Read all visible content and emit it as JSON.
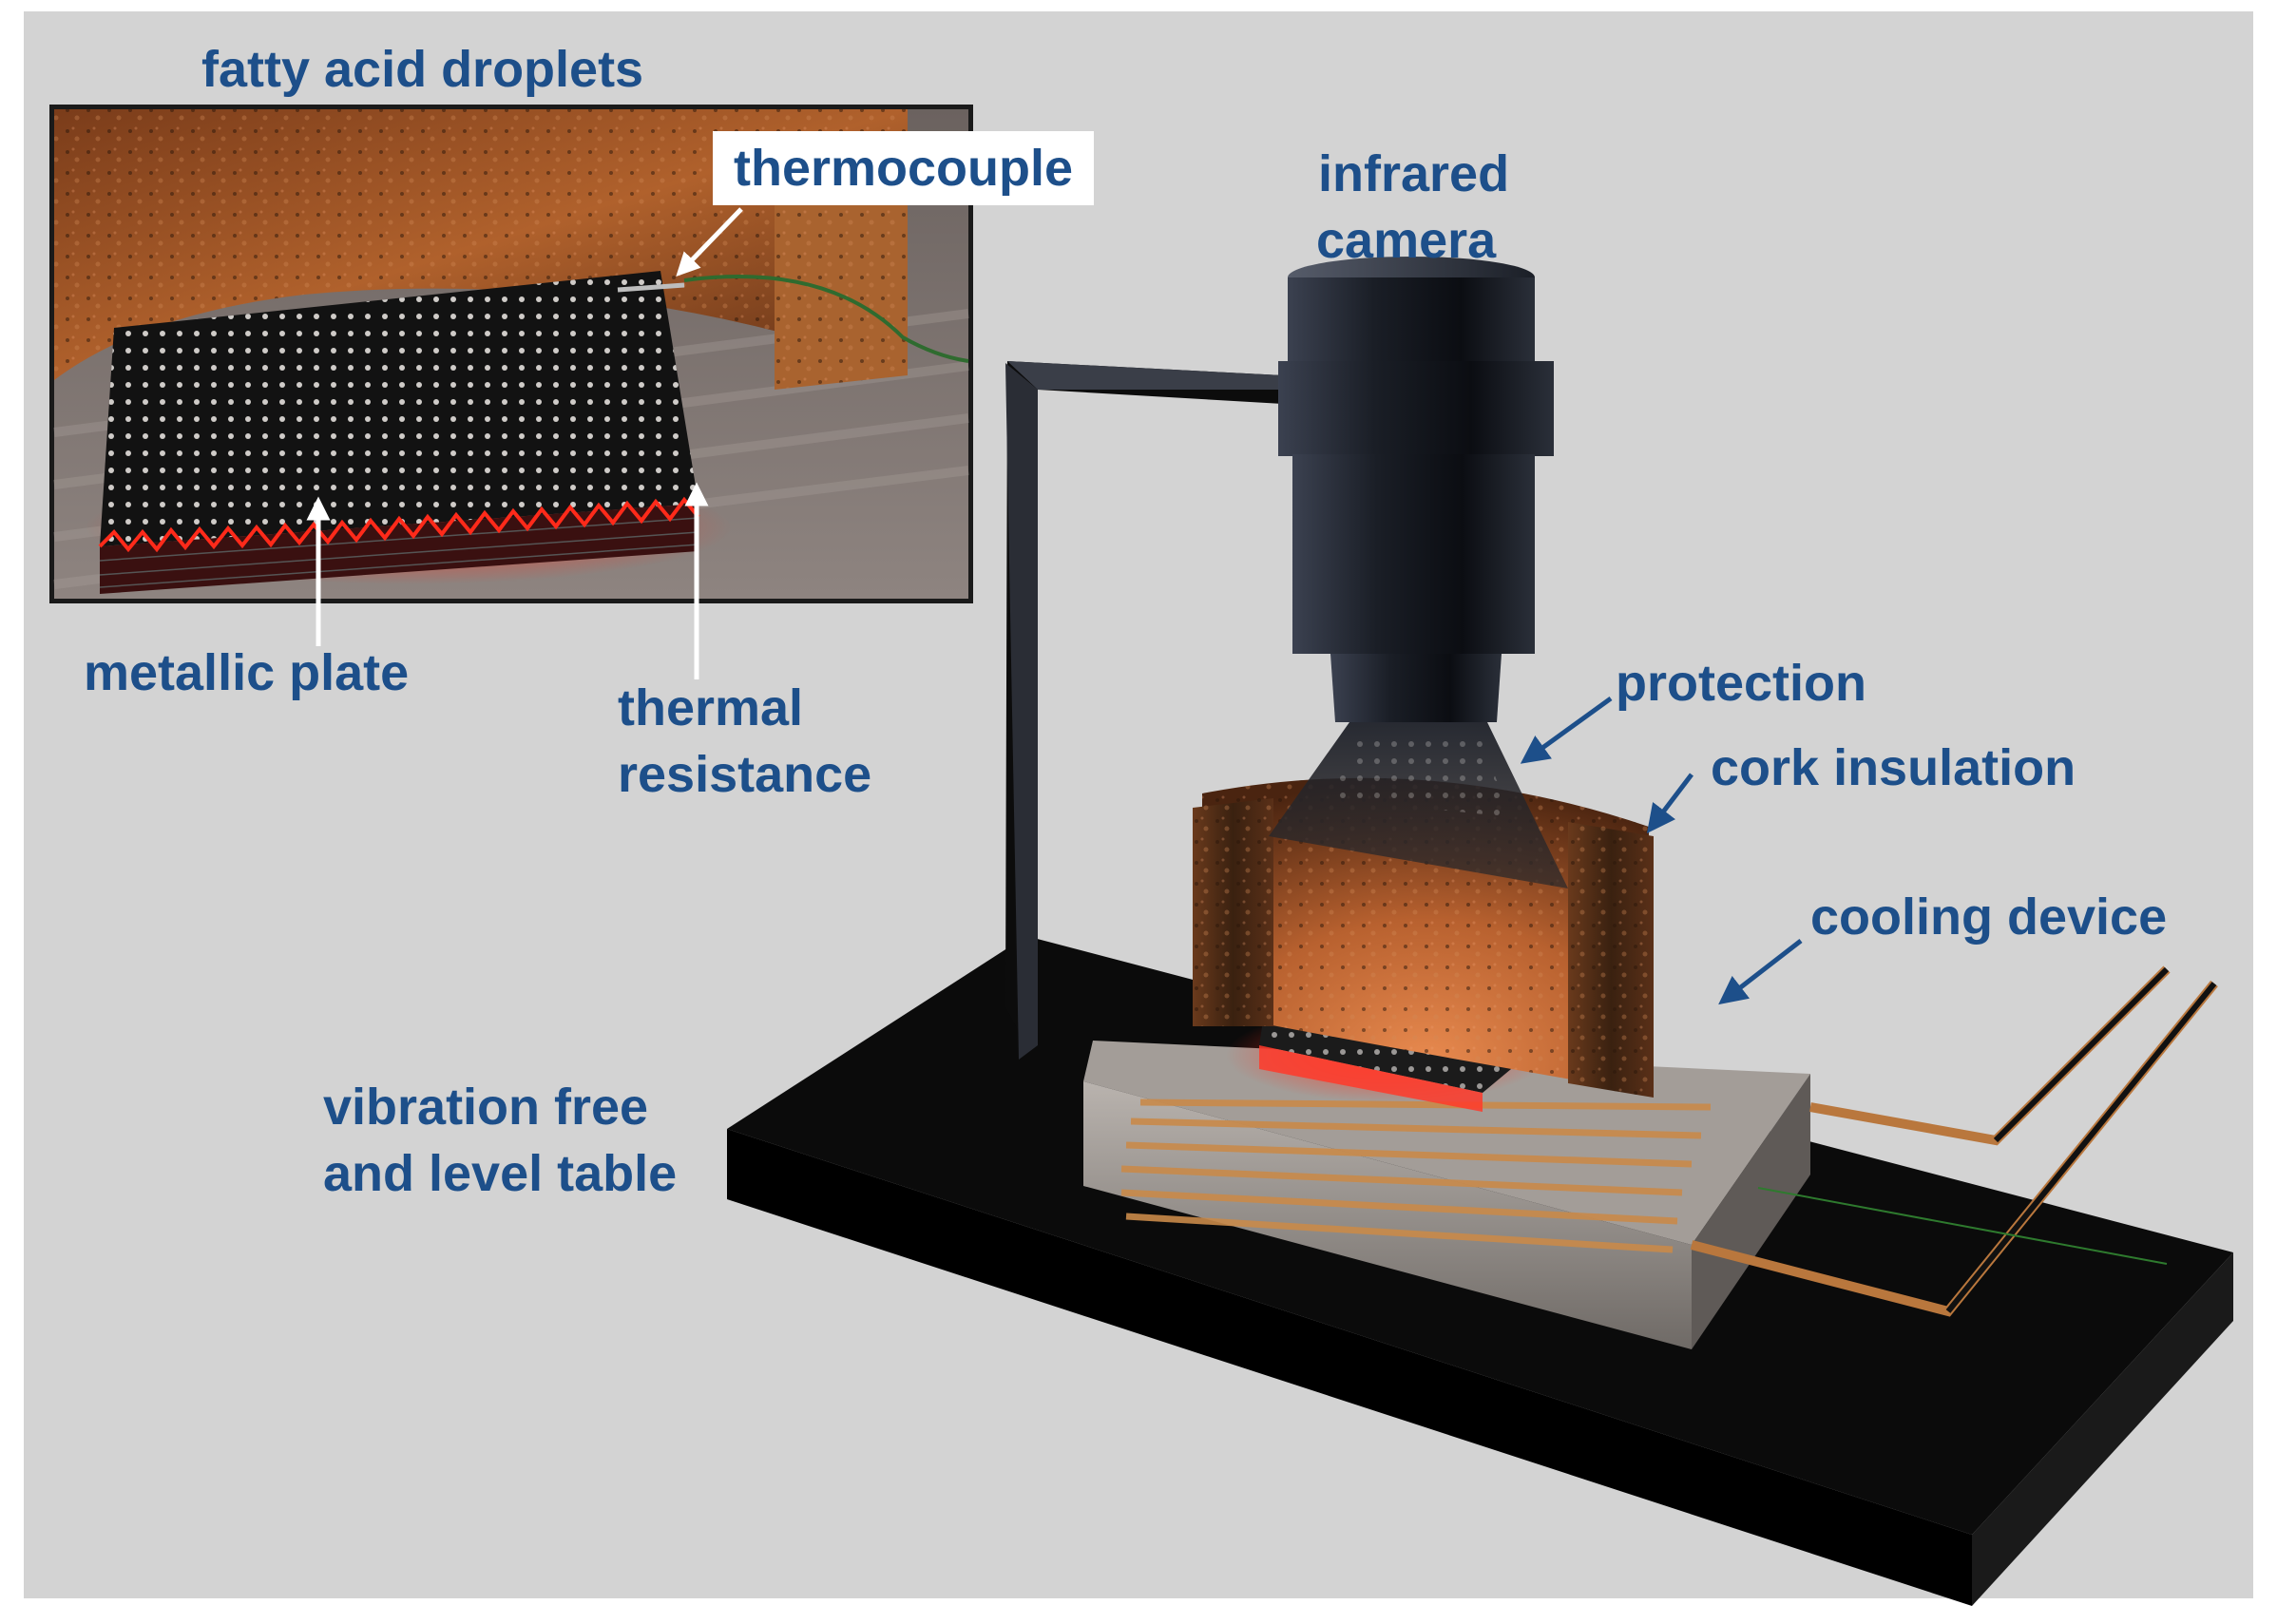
{
  "labels": {
    "fatty_acid_droplets": "fatty acid droplets",
    "thermocouple": "thermocouple",
    "infrared_camera_line1": "infrared",
    "infrared_camera_line2": "camera",
    "metallic_plate": "metallic plate",
    "thermal_resistance_line1": "thermal",
    "thermal_resistance_line2": "resistance",
    "protection": "protection",
    "cork_insulation": "cork insulation",
    "cooling_device": "cooling device",
    "vibration_table_line1": "vibration free",
    "vibration_table_line2": "and level table"
  },
  "colors": {
    "background": "#d3d3d3",
    "label_text": "#1d4f8a",
    "table": "#0b0b0b",
    "camera": "#1c2027",
    "cork": "#8a4a22",
    "heater_glow": "#ff3a2a",
    "arrow_blue": "#1d4f8a",
    "arrow_white": "#ffffff"
  }
}
